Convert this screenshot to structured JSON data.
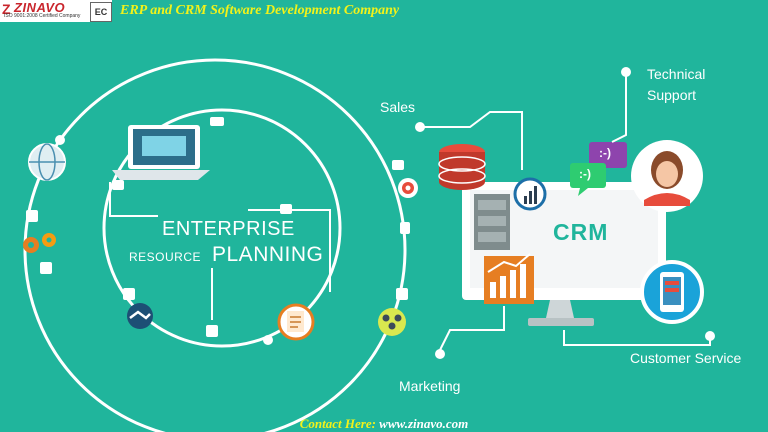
{
  "header": {
    "logo_name": "ZINAVO",
    "logo_certification": "ISO 9001:2008 Certified Company",
    "logo_badge": "EC",
    "title": "ERP and CRM Software Development Company"
  },
  "erp": {
    "line1": "ENTERPRISE",
    "line2": "RESOURCE",
    "line3": "PLANNING"
  },
  "crm": {
    "title": "CRM",
    "labels": {
      "sales": "Sales",
      "technical_support_1": "Technical",
      "technical_support_2": "Support",
      "customer_service": "Customer Service",
      "marketing": "Marketing"
    },
    "emoticon_purple": ":-)",
    "emoticon_green": ":-)"
  },
  "footer": {
    "contact_label": "Contact Here:",
    "url": "www.zinavo.com"
  },
  "colors": {
    "background": "#20b59c",
    "header_yellow": "#f2f21a",
    "brand_red": "#c9252c",
    "line_white": "#ffffff"
  },
  "icons": [
    "laptop-icon",
    "globe-icon",
    "gears-icon",
    "handshake-icon",
    "document-icon",
    "target-icon",
    "team-icon",
    "database-icon",
    "dollar-chart-icon",
    "growth-chart-icon",
    "chat-bubble-icon",
    "user-avatar-icon",
    "smartphone-icon",
    "computer-monitor-icon"
  ]
}
